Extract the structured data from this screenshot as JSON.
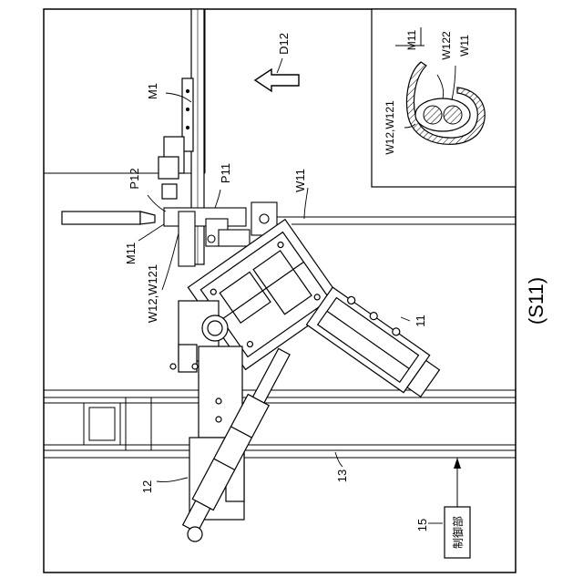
{
  "figure": {
    "caption": "(S11)",
    "direction_label": "D12",
    "control_unit_text": "制御部",
    "labels": {
      "m1": "M1",
      "p11": "P11",
      "p12": "P12",
      "m11": "M11",
      "w12_w121": "W12,W121",
      "w11": "W11",
      "n11": "11",
      "n12": "12",
      "n13": "13",
      "n15": "15"
    },
    "inset_labels": {
      "m11": "M11",
      "w122": "W122",
      "w11": "W11",
      "w12_w121": "W12,W121"
    }
  }
}
